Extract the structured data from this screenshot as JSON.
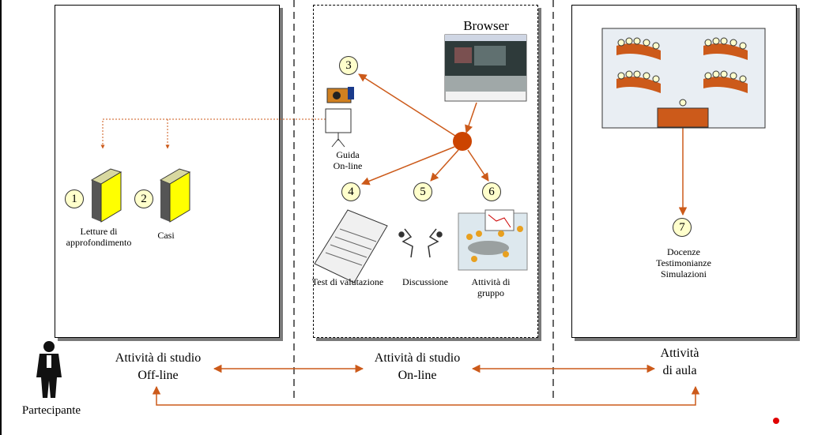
{
  "headings": {
    "offline": "Attività di studio Off-line",
    "offline_l1": "Attività di studio",
    "offline_l2": "Off-line",
    "online_l1": "Attività di studio",
    "online_l2": "On-line",
    "aula_l1": "Attività",
    "aula_l2": "di aula"
  },
  "participant": "Partecipante",
  "browser": "Browser",
  "guida_l1": "Guida",
  "guida_l2": "On-line",
  "numbers": [
    "1",
    "2",
    "3",
    "4",
    "5",
    "6",
    "7"
  ],
  "labels": {
    "letture_l1": "Letture di",
    "letture_l2": "approfondimento",
    "casi": "Casi",
    "test": "Test di valutazione",
    "discussione": "Discussione",
    "gruppo_l1": "Attività di",
    "gruppo_l2": "gruppo",
    "docenze": "Docenze",
    "testimonianze": "Testimonianze",
    "simulazioni": "Simulazioni"
  },
  "colors": {
    "arrow": "#cc5a1a",
    "node": "#cc4400",
    "book": "#ffff00",
    "room": "#e9eef3",
    "table": "#cc5a1a",
    "number_fill": "#ffffcc"
  },
  "icons": [
    "book-icon",
    "projector-icon",
    "browser-screenshot",
    "test-sheet-icon",
    "discussion-faces-icon",
    "group-meeting-icon",
    "classroom-icon",
    "person-icon"
  ]
}
